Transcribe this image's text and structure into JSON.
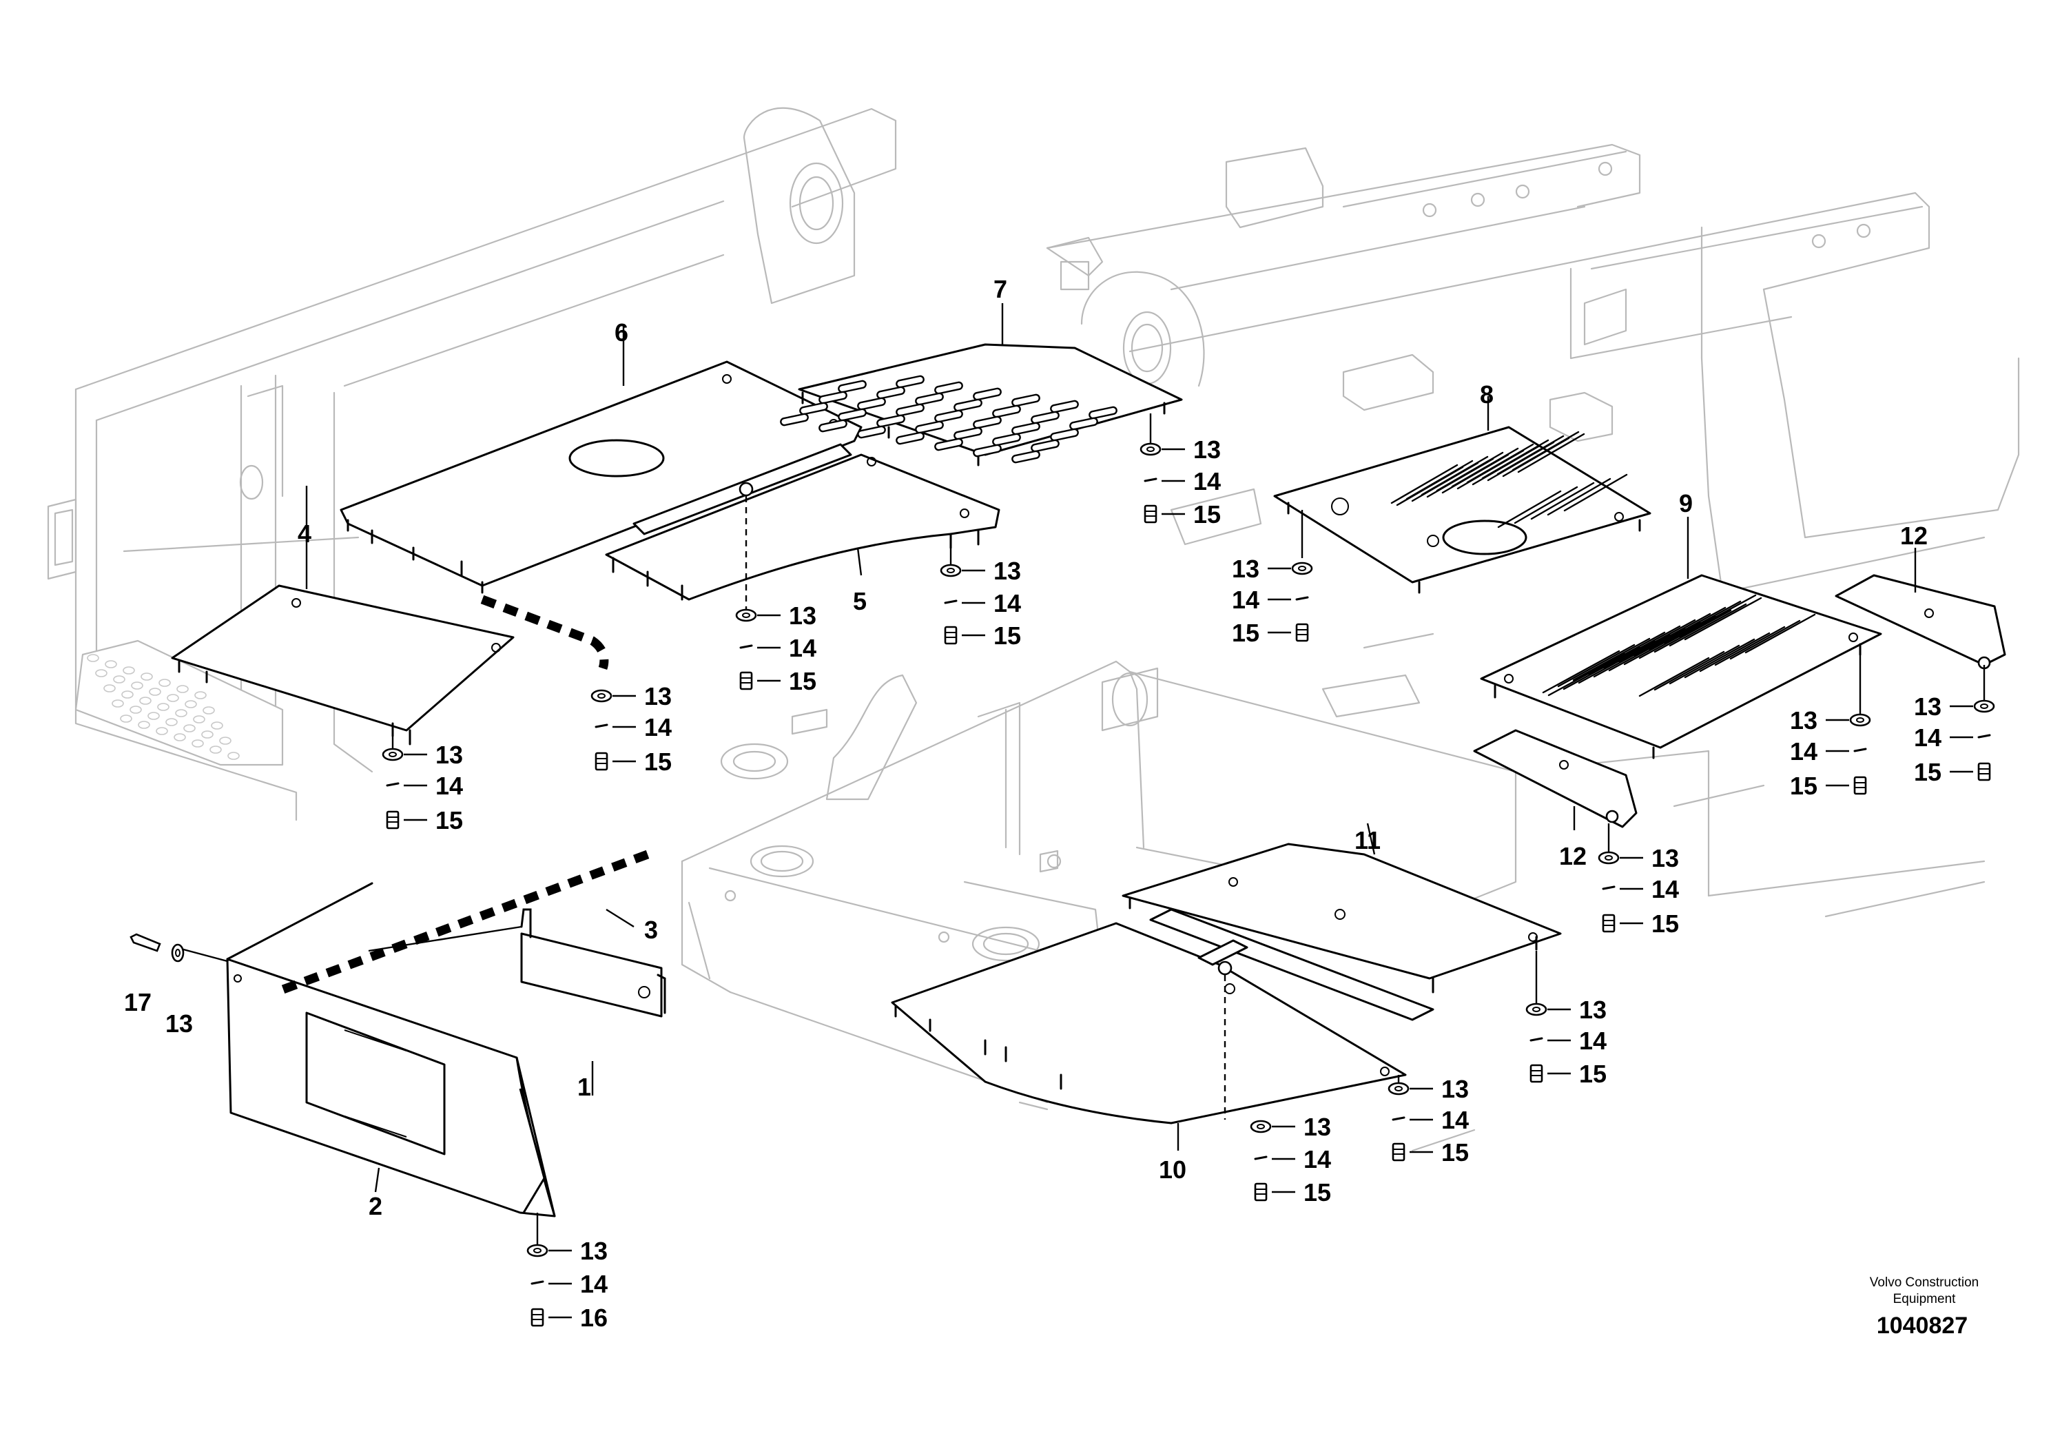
{
  "callouts": {
    "c1": "1",
    "c2": "2",
    "c3": "3",
    "c4": "4",
    "c5": "5",
    "c6": "6",
    "c7": "7",
    "c8": "8",
    "c9": "9",
    "c10": "10",
    "c11": "11",
    "c12": "12",
    "c13": "13",
    "c14": "14",
    "c15": "15",
    "c16": "16",
    "c17": "17"
  },
  "brand": {
    "line1": "Volvo Construction",
    "line2": "Equipment"
  },
  "doc_number": "1040827",
  "colors": {
    "line": "#000000",
    "frame": "#b9b9b9",
    "background": "#ffffff"
  }
}
